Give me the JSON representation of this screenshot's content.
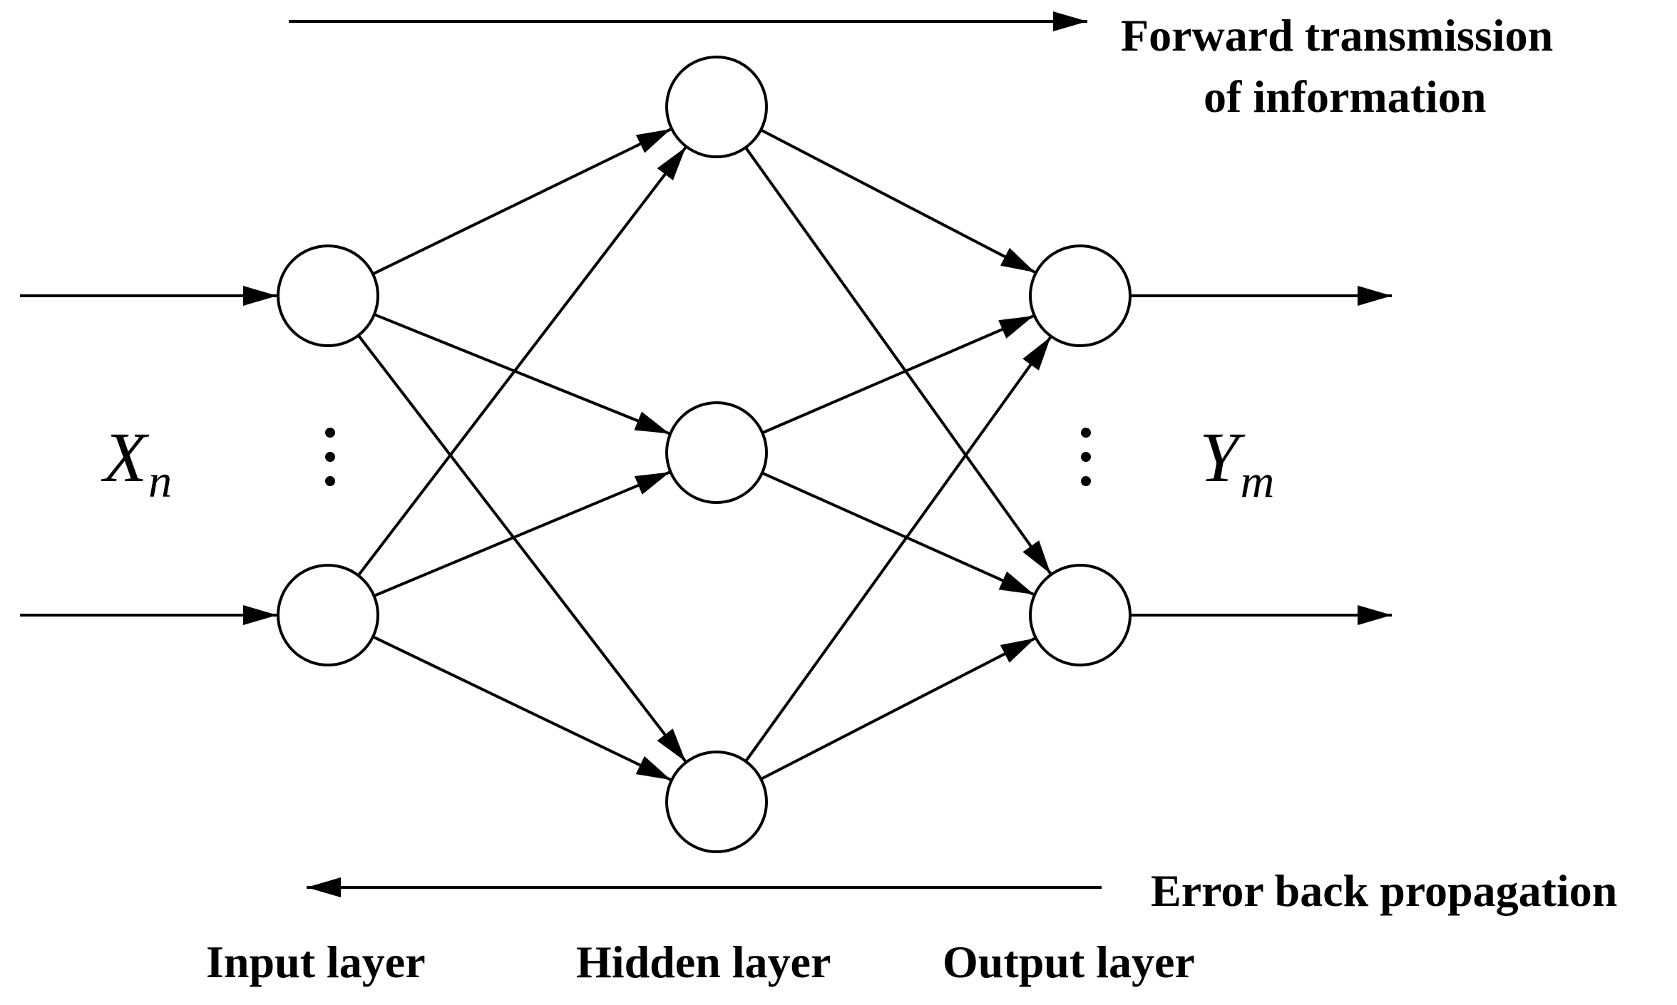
{
  "colors": {
    "stroke": "#000000",
    "background": "#ffffff"
  },
  "labels": {
    "forward_line1": "Forward transmission",
    "forward_line2": "of information",
    "error_back": "Error back propagation",
    "input_layer": "Input layer",
    "hidden_layer": "Hidden layer",
    "output_layer": "Output layer"
  },
  "math": {
    "input_var": "X",
    "input_sub": "n",
    "output_var": "Y",
    "output_sub": "m"
  },
  "network": {
    "layers": [
      {
        "name": "input",
        "nodes": 2,
        "ellipsis_between": true
      },
      {
        "name": "hidden",
        "nodes": 3,
        "ellipsis_between": false
      },
      {
        "name": "output",
        "nodes": 2,
        "ellipsis_between": true
      }
    ],
    "connections": "fully-connected"
  }
}
